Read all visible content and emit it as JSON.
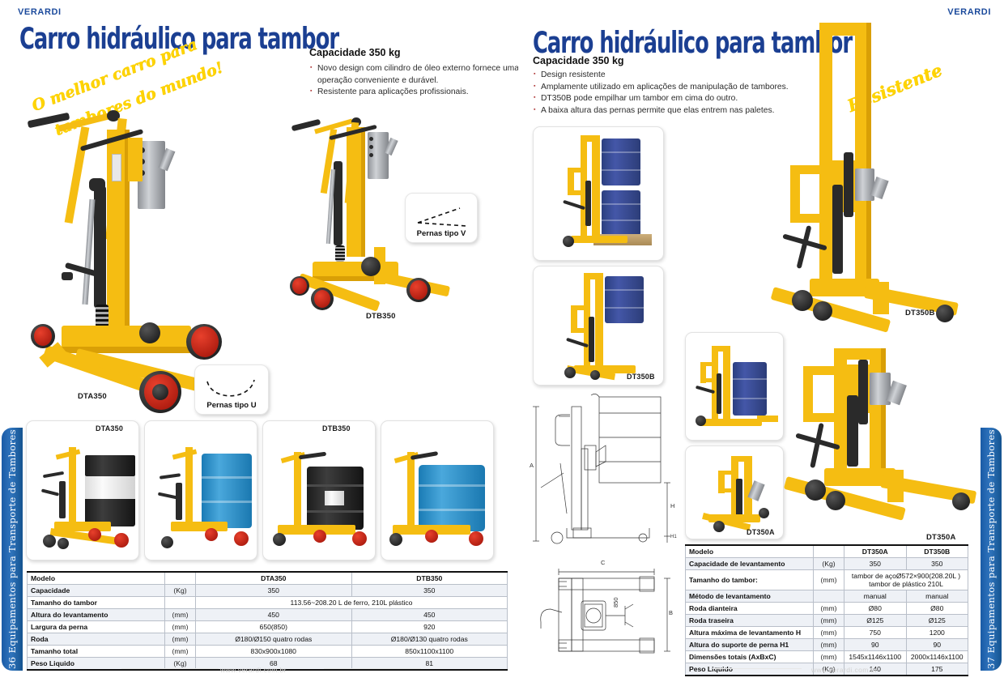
{
  "brand": {
    "left": "VERARDI",
    "right": "VERARDI"
  },
  "left_page": {
    "headline": "Carro hidráulico para tambor",
    "capacity_title": "Capacidade 350 kg",
    "bullets": [
      "Novo design com cilindro de óleo externo fornece uma",
      "operação conveniente e durável.",
      "Resistente para aplicações profissionais."
    ],
    "tagline_line1": "O melhor carro para",
    "tagline_line2": "tambores do mundo!",
    "labels": {
      "hero_a": "DTA350",
      "hero_b": "DTB350",
      "thumb_1": "DTA350",
      "thumb_3": "DTB350"
    },
    "callouts": {
      "v_legs": "Pernas tipo V",
      "u_legs": "Pernas tipo U"
    },
    "side_tab": "36  Equipamentos para Transporte de Tambores",
    "footer": "www.verardi.com.br",
    "table": {
      "rows": [
        {
          "name": "Modelo",
          "unit": "",
          "values": [
            "DTA350",
            "DTB350"
          ],
          "header": true
        },
        {
          "name": "Capacidade",
          "unit": "(Kg)",
          "values": [
            "350",
            "350"
          ]
        },
        {
          "name": "Tamanho do tambor",
          "unit": "",
          "span": "113.56~208.20 L de ferro, 210L plástico"
        },
        {
          "name": "Altura do levantamento",
          "unit": "(mm)",
          "values": [
            "450",
            "450"
          ]
        },
        {
          "name": "Largura da perna",
          "unit": "(mm)",
          "values": [
            "650(850)",
            "920"
          ]
        },
        {
          "name": "Roda",
          "unit": "(mm)",
          "values": [
            "Ø180/Ø150 quatro rodas",
            "Ø180/Ø130 quatro rodas"
          ]
        },
        {
          "name": "Tamanho total",
          "unit": "(mm)",
          "values": [
            "830x900x1080",
            "850x1100x1100"
          ]
        },
        {
          "name": "Peso Liquido",
          "unit": "(Kg)",
          "values": [
            "68",
            "81"
          ]
        }
      ]
    }
  },
  "right_page": {
    "headline": "Carro hidráulico para tambor",
    "capacity_title": "Capacidade 350 kg",
    "bullets": [
      "Design resistente",
      "Amplamente utilizado em aplicações de manipulação de tambores.",
      "DT350B pode empilhar um tambor em cima do outro.",
      "A baixa altura das pernas permite que elas entrem nas paletes."
    ],
    "tagline": "Resistente",
    "labels": {
      "photo_stack": "",
      "photo_b_tall": "DT350B",
      "hero_b": "DT350B",
      "photo_a_drum": "",
      "photo_a_small": "DT350A",
      "hero_a": "DT350A"
    },
    "drawing_dims": {
      "a": "A",
      "h": "H",
      "h1": "H1",
      "b": "B",
      "c": "C",
      "value_850": "850"
    },
    "side_tab": "37  Equipamentos para Transporte de Tambores",
    "footer": "www.verardi.com.br",
    "table": {
      "rows": [
        {
          "name": "Modelo",
          "unit": "",
          "values": [
            "DT350A",
            "DT350B"
          ],
          "header": true
        },
        {
          "name": "Capacidade de levantamento",
          "unit": "(Kg)",
          "values": [
            "350",
            "350"
          ]
        },
        {
          "name": "Tamanho do tambor:",
          "unit": "(mm)",
          "span": "tambor de açoØ572×900(208.20L )\ntambor de plástico 210L"
        },
        {
          "name": "Método de levantamento",
          "unit": "",
          "values": [
            "manual",
            "manual"
          ]
        },
        {
          "name": "Roda dianteira",
          "unit": "(mm)",
          "values": [
            "Ø80",
            "Ø80"
          ]
        },
        {
          "name": "Roda traseira",
          "unit": "(mm)",
          "values": [
            "Ø125",
            "Ø125"
          ]
        },
        {
          "name": "Altura máxima de levantamento H",
          "unit": "(mm)",
          "values": [
            "750",
            "1200"
          ]
        },
        {
          "name": "Altura do suporte de perna H1",
          "unit": "(mm)",
          "values": [
            "90",
            "90"
          ]
        },
        {
          "name": "Dimensões totais (AxBxC)",
          "unit": "(mm)",
          "values": [
            "1545x1146x1100",
            "2000x1146x1100"
          ]
        },
        {
          "name": "Peso Liquido",
          "unit": "(Kg)",
          "values": [
            "140",
            "175"
          ]
        }
      ]
    }
  },
  "colors": {
    "brand_blue": "#1b4a9c",
    "headline_blue": "#1b3f92",
    "tagline_yellow": "#ffd400",
    "equipment_yellow": "#f5bd12",
    "tab_blue": "#1a5ba6",
    "bullet_red": "#b03a3a"
  }
}
